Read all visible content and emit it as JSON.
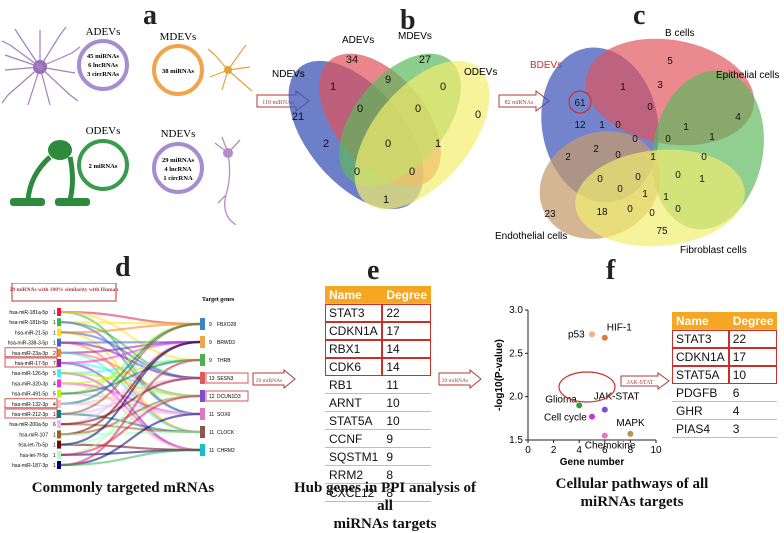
{
  "panels": {
    "a": {
      "label": "a",
      "adevs": {
        "name": "ADEVs",
        "line1": "45 miRNAs",
        "line2": "6 lncRNAs",
        "line3": "3 circRNAs"
      },
      "mdevs": {
        "name": "MDEVs",
        "line1": "38 miRNAs"
      },
      "odevs": {
        "name": "ODEVs",
        "line1": "2 miRNAs"
      },
      "ndevs": {
        "name": "NDEVs",
        "line1": "29 miRNAs",
        "line2": "4 lncRNA",
        "line3": "1 circRNA"
      }
    },
    "arrow1": "110 miRNAs",
    "b": {
      "label": "b",
      "sets": [
        "NDEVs",
        "ADEVs",
        "MDEVs",
        "ODEVs"
      ],
      "regions": [
        "21",
        "34",
        "27",
        "0",
        "1",
        "9",
        "0",
        "2",
        "0",
        "0",
        "0",
        "1",
        "0",
        "0",
        "1"
      ]
    },
    "arrow2": "82 miRNAs",
    "c": {
      "label": "c",
      "sets": [
        "BDEVs",
        "B cells",
        "Epithelial cells",
        "Endothelial cells",
        "Fibroblast cells"
      ],
      "regions": [
        "61",
        "5",
        "4",
        "23",
        "75",
        "12",
        "1",
        "3",
        "1",
        "0",
        "1",
        "0",
        "2",
        "1",
        "0",
        "0",
        "0",
        "1",
        "2",
        "0",
        "1",
        "0",
        "0",
        "18",
        "0",
        "0",
        "1",
        "1",
        "0",
        "0",
        "0"
      ]
    },
    "d": {
      "label": "d",
      "banner": "29 miRNAs with 100% similarity with Human",
      "targets_title": "Target genes",
      "mirnas": [
        "hsa-miR-181a-5p",
        "hsa-miR-181b-5p",
        "hsa-miR-21-5p",
        "hsa-miR-338-3-5p",
        "hsa-miR-23a-3p",
        "hsa-miR-17-5p",
        "hsa-miR-126-5p",
        "hsa-miR-320-3p",
        "hsa-miR-491-5p",
        "hsa-miR-132-3p",
        "hsa-miR-212-3p",
        "hsa-miR-200a-5p",
        "hsa-miR-107",
        "hsa-let-7b-5p",
        "hsa-let-7f-5p",
        "hsa-miR-187-3p"
      ],
      "mirna_counts": [
        "1",
        "1",
        "1",
        "1",
        "2",
        "7",
        "5",
        "4",
        "5",
        "4",
        "1",
        "6",
        "1",
        "1",
        "1",
        "1"
      ],
      "boxed_mirnas": [
        4,
        5,
        9,
        10
      ],
      "genes": [
        "FBXO28",
        "BRWD3",
        "THRB",
        "SESN3",
        "DCUN1D3",
        "SOX6",
        "CLOCK",
        "CHRM2"
      ],
      "gene_counts": [
        "9",
        "9",
        "9",
        "13",
        "12",
        "11",
        "11",
        "11"
      ],
      "boxed_genes": [
        3,
        4
      ],
      "caption": "Commonly targeted mRNAs",
      "colors": [
        "#e6194b",
        "#3cb44b",
        "#ffe119",
        "#4363d8",
        "#f58231",
        "#911eb4",
        "#46f0f0",
        "#f032e6",
        "#bcf60c",
        "#fabebe",
        "#008080",
        "#e6beff",
        "#9a6324",
        "#800000",
        "#aaffc3",
        "#000075"
      ]
    },
    "arrow3": "29 miRNAs",
    "e": {
      "label": "e",
      "col1": "Name",
      "col2": "Degree",
      "rows": [
        {
          "name": "STAT3",
          "degree": "22"
        },
        {
          "name": "CDKN1A",
          "degree": "17"
        },
        {
          "name": "RBX1",
          "degree": "14"
        },
        {
          "name": "CDK6",
          "degree": "14"
        },
        {
          "name": "RB1",
          "degree": "11"
        },
        {
          "name": "ARNT",
          "degree": "10"
        },
        {
          "name": "STAT5A",
          "degree": "10"
        },
        {
          "name": "CCNF",
          "degree": "9"
        },
        {
          "name": "SQSTM1",
          "degree": "9"
        },
        {
          "name": "RRM2",
          "degree": "8"
        },
        {
          "name": "CXCL12",
          "degree": "8"
        }
      ],
      "caption_line1": "Hub genes in PPI analysis of all",
      "caption_line2": "miRNAs targets"
    },
    "arrow4": "29 miRNAs",
    "f": {
      "label": "f",
      "jak_arrow": "JAK-STAT",
      "table": {
        "col1": "Name",
        "col2": "Degree",
        "rows": [
          {
            "name": "STAT3",
            "degree": "22"
          },
          {
            "name": "CDKN1A",
            "degree": "17"
          },
          {
            "name": "STAT5A",
            "degree": "10"
          },
          {
            "name": "PDGFB",
            "degree": "6"
          },
          {
            "name": "GHR",
            "degree": "4"
          },
          {
            "name": "PIAS4",
            "degree": "3"
          }
        ]
      },
      "caption_line1": "Cellular pathways of all",
      "caption_line2": "miRNAs targets"
    }
  },
  "chart_data": {
    "type": "scatter",
    "xlabel": "Gene number",
    "ylabel": "-log10(P-value)",
    "xlim": [
      0,
      10
    ],
    "ylim": [
      1.5,
      3.0
    ],
    "xticks": [
      "0",
      "2",
      "4",
      "6",
      "8",
      "10"
    ],
    "yticks": [
      "1.5",
      "2.0",
      "2.5",
      "3.0"
    ],
    "points": [
      {
        "label": "p53",
        "x": 5,
        "y": 2.72,
        "color": "#f4b183"
      },
      {
        "label": "HIF-1",
        "x": 6,
        "y": 2.68,
        "color": "#e07b39"
      },
      {
        "label": "Glioma",
        "x": 4,
        "y": 1.9,
        "color": "#2ca02c"
      },
      {
        "label": "JAK-STAT",
        "x": 6,
        "y": 1.85,
        "color": "#7b4ed0"
      },
      {
        "label": "Cell cycle",
        "x": 5,
        "y": 1.77,
        "color": "#d62fd6"
      },
      {
        "label": "MAPK",
        "x": 8,
        "y": 1.57,
        "color": "#b8934f"
      },
      {
        "label": "Chemokine",
        "x": 6,
        "y": 1.55,
        "color": "#e377c2"
      }
    ]
  }
}
